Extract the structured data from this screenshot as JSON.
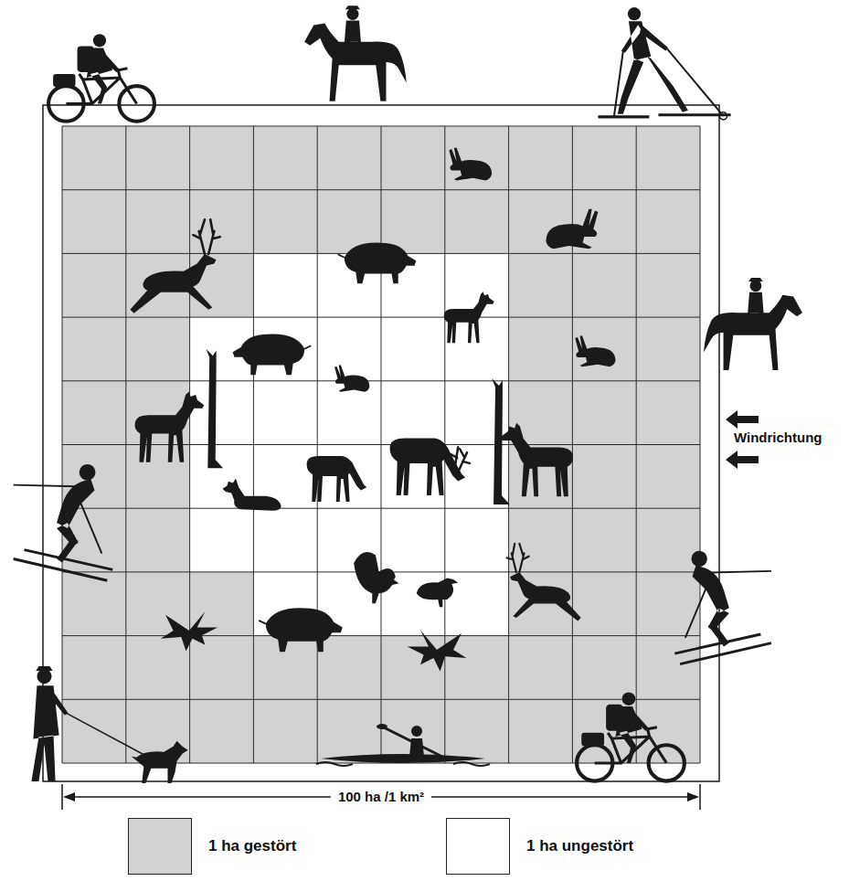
{
  "diagram": {
    "labels": [
      "Windrichtung",
      "100 ha /1 km²"
    ],
    "legend": [
      {
        "text": "1 ha gestört",
        "color": "#d2d2d2"
      },
      {
        "text": "1 ha ungestört",
        "color": "#ffffff"
      }
    ]
  }
}
